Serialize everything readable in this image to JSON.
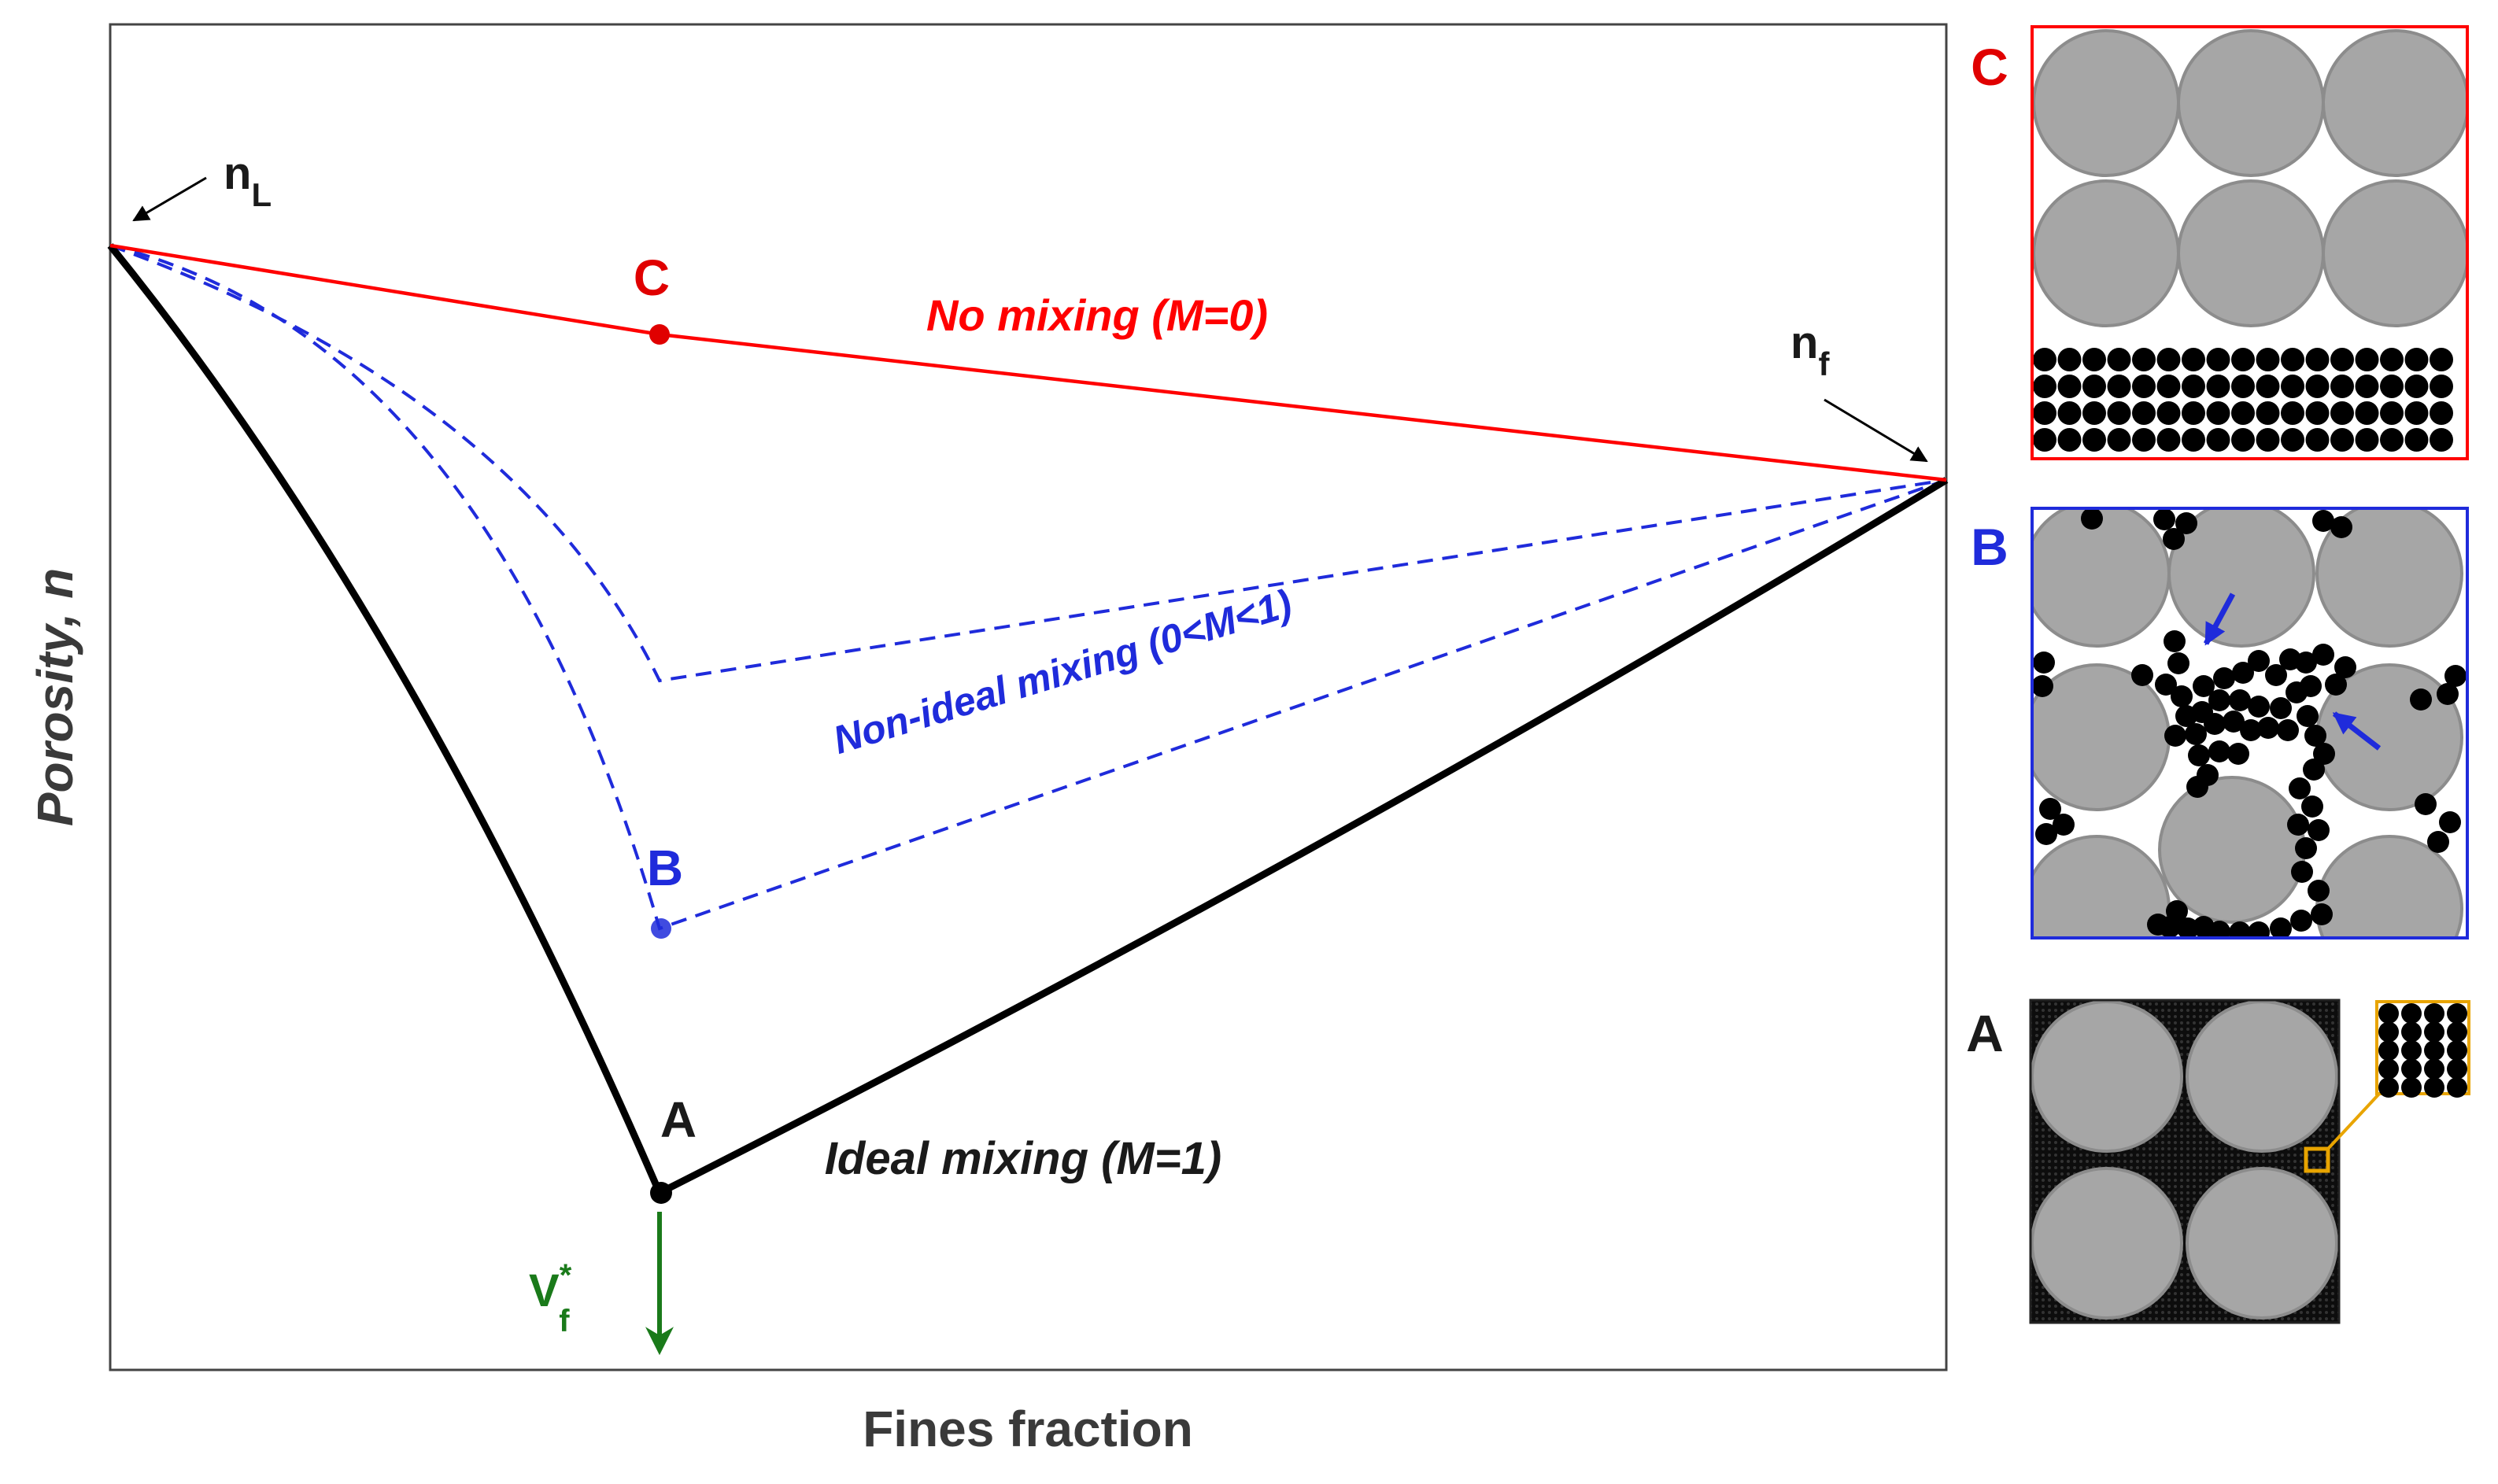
{
  "axes": {
    "xlabel": "Fines fraction",
    "ylabel": "Porosity, n"
  },
  "annotations": {
    "nL_base": "n",
    "nL_sub": "L",
    "nf_base": "n",
    "nf_sub": "f",
    "vf_base": "V",
    "vf_sup": "*",
    "vf_sub": "f"
  },
  "points": {
    "C": "C",
    "B": "B",
    "A": "A"
  },
  "curves": {
    "no_mixing": "No mixing (M=0)",
    "non_ideal": "Non-ideal mixing (0<M<1)",
    "ideal": "Ideal mixing (M=1)"
  },
  "panels": {
    "C": "C",
    "B": "B",
    "A": "A"
  },
  "colors": {
    "no_mixing": "#ff0000",
    "non_ideal": "#1f2bdb",
    "ideal": "#000000",
    "vf_arrow": "#1a7a1a",
    "grain": "#a6a6a6",
    "grain_edge": "#808080",
    "zoom_box": "#e8a400"
  }
}
